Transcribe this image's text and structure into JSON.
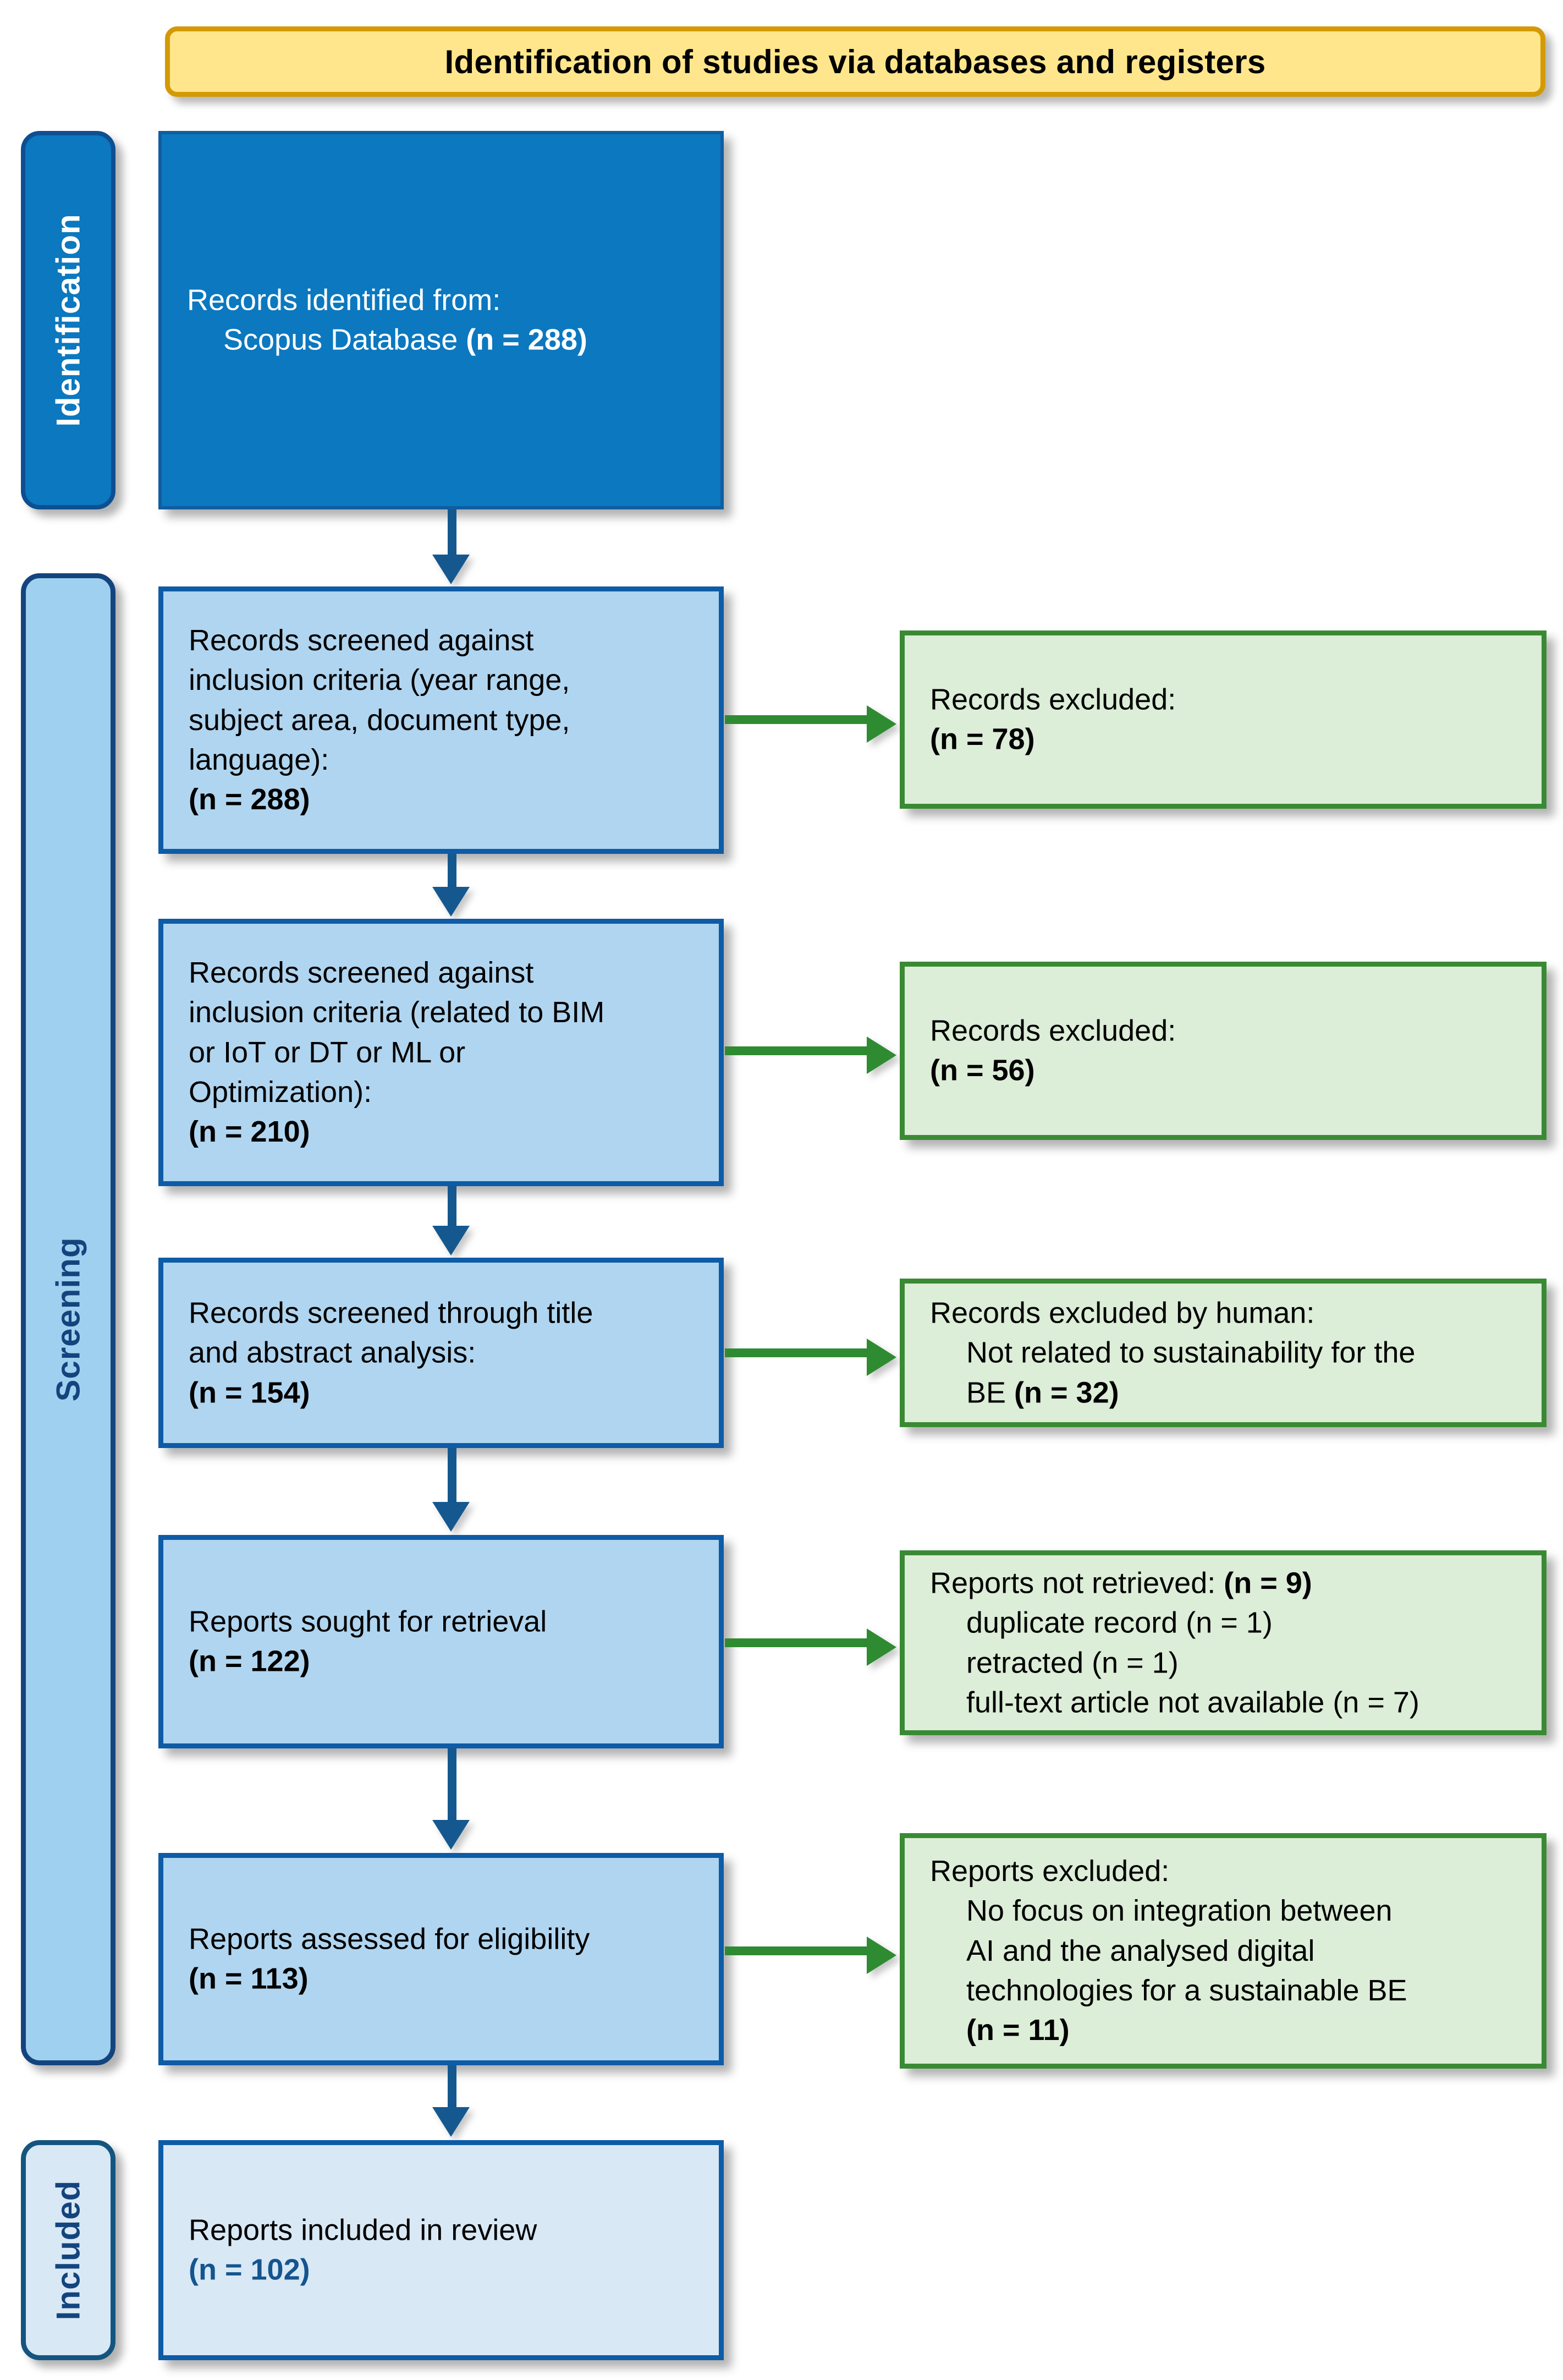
{
  "header": {
    "title": "Identification of studies via databases and registers",
    "fill": "#ffe68c",
    "border": "#d39a06"
  },
  "stages": [
    {
      "id": "identification",
      "label": "Identification",
      "fill": "#0b78bf",
      "text_color": "#ffffff"
    },
    {
      "id": "screening",
      "label": "Screening",
      "fill": "#9fd0ef",
      "text_color": "#14447e"
    },
    {
      "id": "included",
      "label": "Included",
      "fill": "#d9e8f5",
      "text_color": "#14447e"
    }
  ],
  "identification": {
    "line1": "Records identified from:",
    "line2_text": "Scopus Database ",
    "line2_count": "(n = 288)"
  },
  "screening": {
    "step1": {
      "line1": "Records screened against",
      "line2": "inclusion criteria (year range,",
      "line3": "subject area, document type,",
      "line4": "language):",
      "count": "(n = 288)"
    },
    "step2": {
      "line1": "Records screened against",
      "line2": "inclusion criteria (related to BIM",
      "line3": "or IoT or DT or ML or",
      "line4": "Optimization):",
      "count": "(n = 210)"
    },
    "step3": {
      "line1": "Records screened through title",
      "line2": "and abstract analysis:",
      "count": "(n = 154)"
    },
    "sought": {
      "line1": "Reports sought for retrieval",
      "count": "(n = 122)"
    },
    "eligible": {
      "line1": "Reports assessed for eligibility",
      "count": "(n = 113)"
    }
  },
  "excluded": {
    "e1": {
      "line1": "Records excluded:",
      "count": "(n = 78)"
    },
    "e2": {
      "line1": "Records excluded:",
      "count": "(n = 56)"
    },
    "e3": {
      "line1": "Records excluded by human:",
      "line2": "Not related to sustainability for the",
      "line3_text": "BE ",
      "line3_count": "(n = 32)"
    },
    "e4": {
      "line1_text": "Reports not retrieved: ",
      "line1_count": "(n = 9)",
      "line2": "duplicate record (n = 1)",
      "line3": "retracted (n = 1)",
      "line4": "full-text article not available (n = 7)"
    },
    "e5": {
      "line1": "Reports excluded:",
      "line2": "No focus on integration between",
      "line3": "AI and the analysed digital",
      "line4": "technologies for a sustainable BE",
      "count": "(n = 11)"
    }
  },
  "included": {
    "line1": "Reports included in review",
    "count": "(n = 102)"
  },
  "colors": {
    "dark_blue_fill": "#0b78bf",
    "light_blue_fill": "#b0d5f0",
    "pale_blue_fill": "#d9e8f5",
    "blue_border": "#0e5ba6",
    "green_fill": "#dcedd8",
    "green_border": "#3a8a34",
    "green_arrow": "#2f8b31",
    "blue_arrow": "#15588f",
    "header_yellow": "#ffe68c",
    "header_yellow_border": "#d39a06"
  }
}
